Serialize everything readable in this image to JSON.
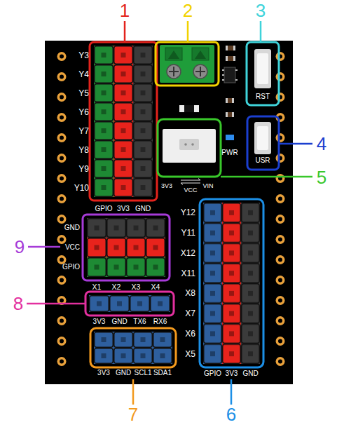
{
  "diagram": {
    "labels": [
      "1",
      "2",
      "3",
      "Y3",
      "Y4",
      "Y5",
      "Y6",
      "Y7",
      "Y8",
      "Y9",
      "Y10",
      "4",
      "PWR",
      "RST",
      "USR",
      "5",
      "GPIO",
      "3V3",
      "GND",
      "3V3",
      "VCC",
      "VIN",
      "Y12",
      "Y11",
      "X12",
      "X11",
      "X8",
      "X7",
      "X6",
      "X5",
      "GND",
      "VCC",
      "GPIO",
      "9",
      "X1",
      "X2",
      "X3",
      "X4",
      "8",
      "3V3",
      "GND",
      "TX6",
      "RX6",
      "3V3",
      "GND",
      "SCL1",
      "SDA1",
      "GPIO",
      "3V3",
      "GND",
      "7",
      "6"
    ]
  }
}
